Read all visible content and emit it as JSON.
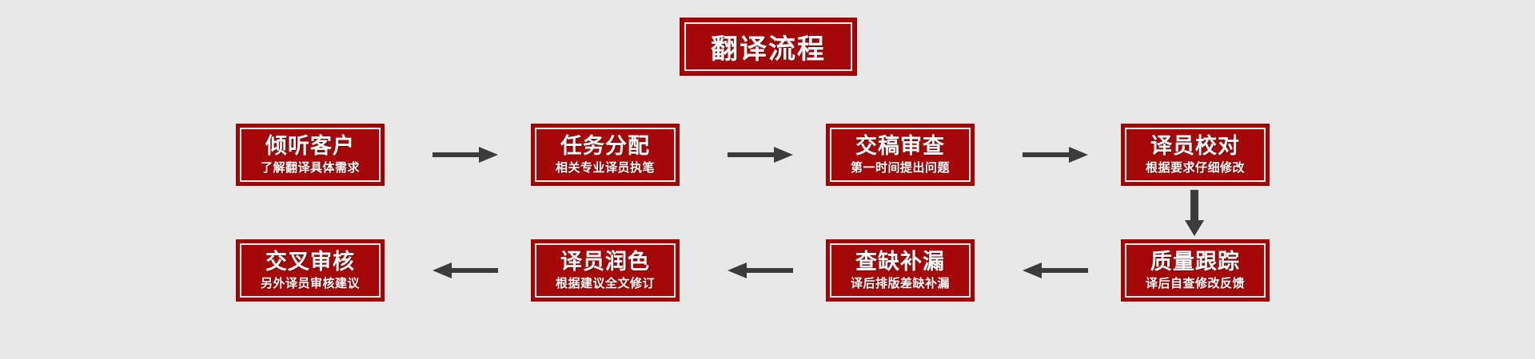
{
  "diagram": {
    "title": "翻译流程",
    "background_color": "#e8e8e8",
    "box_fill_color": "#a50808",
    "box_border_color": "#a30000",
    "box_inner_line_color": "#f3eeee",
    "text_color": "#ffffff",
    "arrow_color": "#3c3c3c",
    "row1": [
      {
        "title": "倾听客户",
        "subtitle": "了解翻译具体需求"
      },
      {
        "title": "任务分配",
        "subtitle": "相关专业译员执笔"
      },
      {
        "title": "交稿审查",
        "subtitle": "第一时间提出问题"
      },
      {
        "title": "译员校对",
        "subtitle": "根据要求仔细修改"
      }
    ],
    "row2": [
      {
        "title": "交叉审核",
        "subtitle": "另外译员审核建议"
      },
      {
        "title": "译员润色",
        "subtitle": "根据建议全文修订"
      },
      {
        "title": "查缺补漏",
        "subtitle": "译后排版差缺补漏"
      },
      {
        "title": "质量跟踪",
        "subtitle": "译后自查修改反馈"
      }
    ],
    "connectors": [
      {
        "name": "arrow-right-1",
        "direction": "right"
      },
      {
        "name": "arrow-right-2",
        "direction": "right"
      },
      {
        "name": "arrow-right-3",
        "direction": "right"
      },
      {
        "name": "arrow-down-1",
        "direction": "down"
      },
      {
        "name": "arrow-left-1",
        "direction": "left"
      },
      {
        "name": "arrow-left-2",
        "direction": "left"
      },
      {
        "name": "arrow-left-3",
        "direction": "left"
      }
    ]
  }
}
